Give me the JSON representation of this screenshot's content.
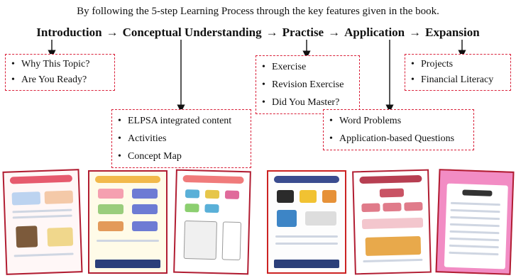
{
  "intro": "By following the 5-step Learning Process through the key features given in the book.",
  "process": {
    "steps": [
      "Introduction",
      "Conceptual Understanding",
      "Practise",
      "Application",
      "Expansion"
    ],
    "arrow": "→"
  },
  "boxes": {
    "introduction": [
      "Why This Topic?",
      "Are You Ready?"
    ],
    "conceptual": [
      "ELPSA integrated content",
      "Activities",
      "Concept Map"
    ],
    "practise": [
      "Exercise",
      "Revision Exercise",
      "Did You Master?"
    ],
    "application": [
      "Word Problems",
      "Application-based Questions"
    ],
    "expansion": [
      "Projects",
      "Financial Literacy"
    ]
  },
  "colors": {
    "dash_border": "#d9213a",
    "thumb_border": "#b11d32",
    "arrow": "#111111"
  },
  "thumbnails": [
    {
      "title": "Pre-number Skills"
    },
    {
      "title": "Are You Ready?"
    },
    {
      "title": "Exercise 2"
    },
    {
      "title": "Did You Master?"
    },
    {
      "title": "Concept Map"
    },
    {
      "title": "Glossary"
    }
  ]
}
